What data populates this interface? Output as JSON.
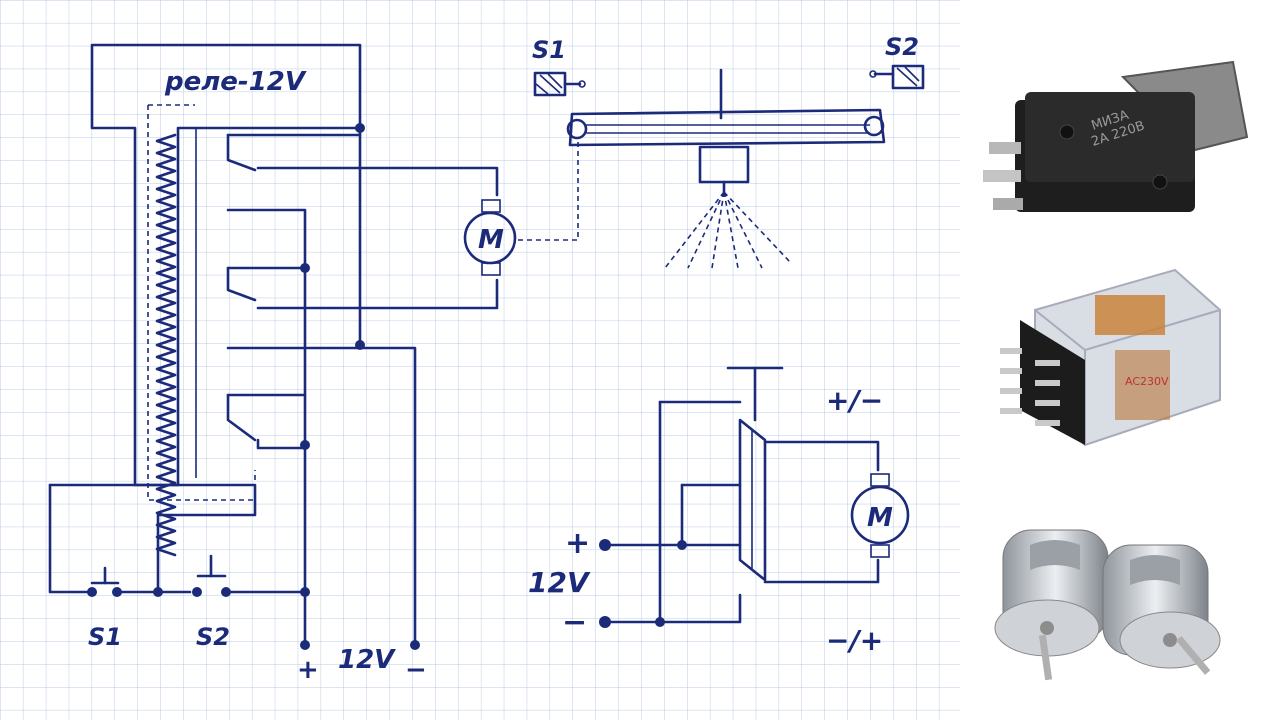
{
  "sketch": {
    "relay_label": "реле-12V",
    "s1_top": "S1",
    "s2_top": "S2",
    "s1_bottom": "S1",
    "s2_bottom": "S2",
    "motor_symbol": "M",
    "plus": "+",
    "minus": "−",
    "supply": "12V",
    "supply_left": "12V",
    "plus_left": "+",
    "minus_left": "−",
    "polarity_top": "+/−",
    "polarity_bottom": "−/+"
  },
  "photos": {
    "switch_text_1": "МИЗА",
    "switch_text_2": "2A 220В",
    "relay_text": "AC230V"
  },
  "colors": {
    "ink": "#1c2a7a",
    "grid": "#b9cde6",
    "paper": "#ffffff"
  }
}
